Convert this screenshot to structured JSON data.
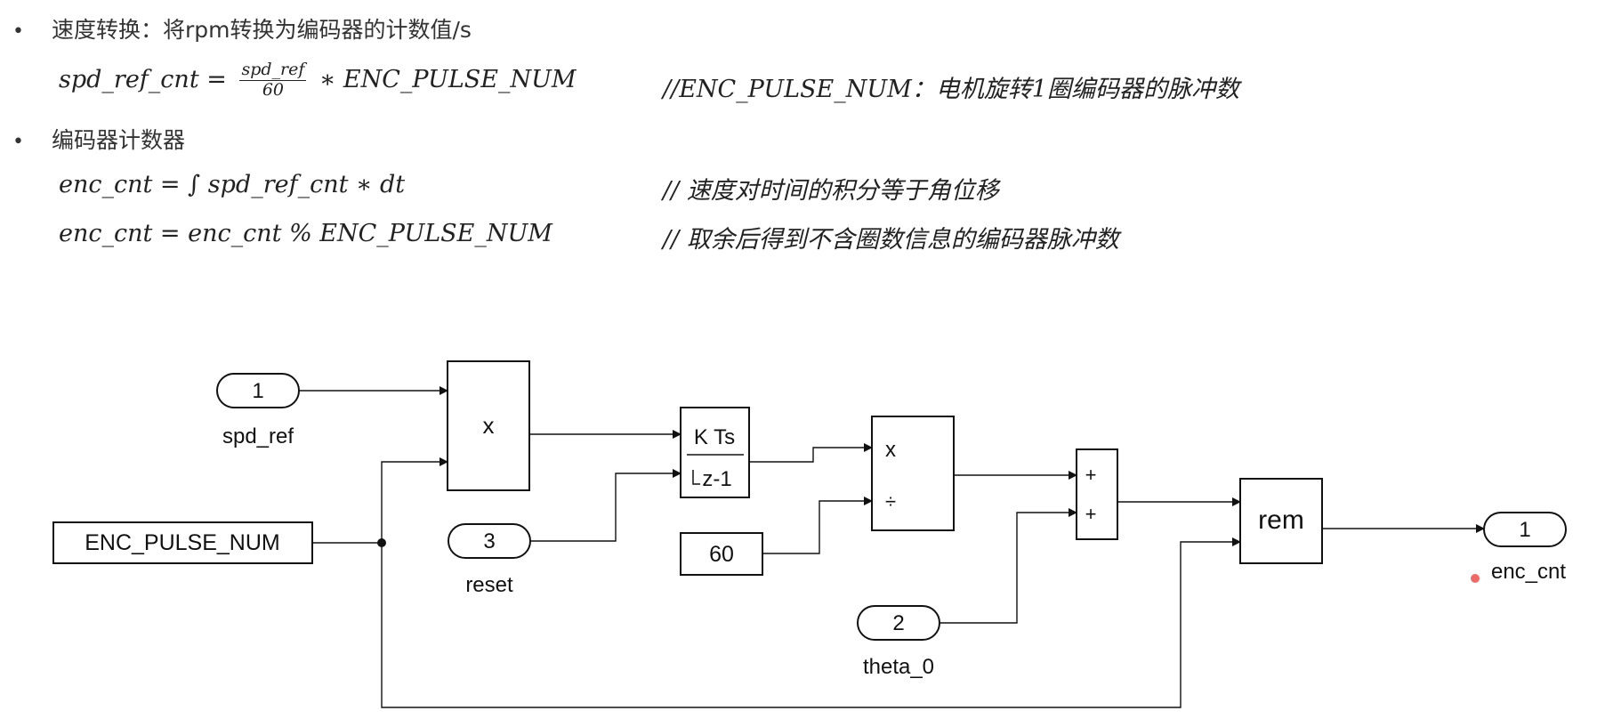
{
  "notes": {
    "bullet_symbol": "•",
    "bullet1": "速度转换：将rpm转换为编码器的计数值/s",
    "formula1": {
      "lhs": "spd_ref_cnt =",
      "numerator": "spd_ref",
      "denominator": "60",
      "rhs": "∗ ENC_PULSE_NUM",
      "comment": "//ENC_PULSE_NUM：电机旋转1圈编码器的脉冲数"
    },
    "bullet2": "编码器计数器",
    "formula2": {
      "expr": "enc_cnt = ∫ spd_ref_cnt ∗ dt",
      "comment": "// 速度对时间的积分等于角位移"
    },
    "formula3": {
      "expr": "enc_cnt = enc_cnt % ENC_PULSE_NUM",
      "comment": "// 取余后得到不含圈数信息的编码器脉冲数"
    }
  },
  "diagram": {
    "ports": {
      "in1": {
        "number": "1",
        "label": "spd_ref"
      },
      "in3": {
        "number": "3",
        "label": "reset"
      },
      "in2": {
        "number": "2",
        "label": "theta_0"
      },
      "out1": {
        "number": "1",
        "label": "enc_cnt"
      }
    },
    "blocks": {
      "const_enc": "ENC_PULSE_NUM",
      "product1": "x",
      "integrator_num": "K Ts",
      "integrator_den": "z-1",
      "const60": "60",
      "divide_mul": "x",
      "divide_div": "÷",
      "sum_plus1": "+",
      "sum_plus2": "+",
      "rem": "rem"
    }
  }
}
